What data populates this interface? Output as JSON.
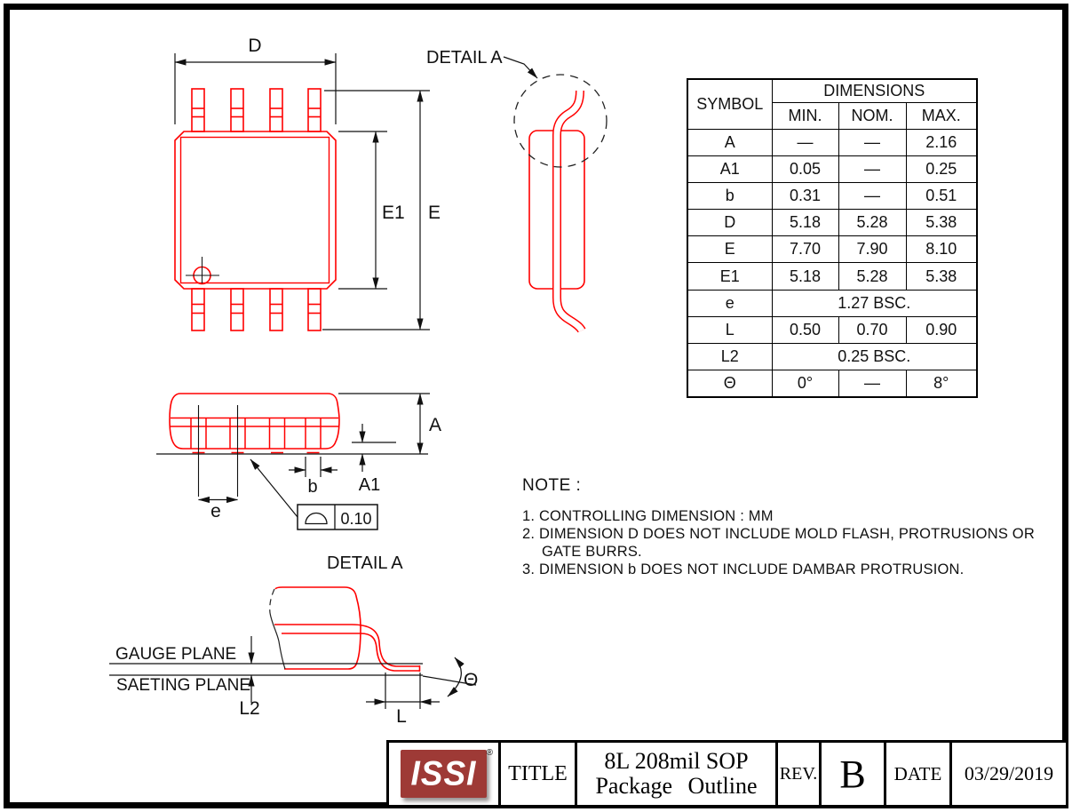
{
  "labels": {
    "d": "D",
    "e_dim": "E",
    "e1": "E1",
    "a": "A",
    "a1": "A1",
    "b": "b",
    "e_pitch": "e",
    "l": "L",
    "l2": "L2",
    "theta": "Θ",
    "detail_a": "DETAIL A",
    "gauge_plane": "GAUGE PLANE",
    "seating_plane": "SAETING PLANE",
    "flatness_value": "0.10"
  },
  "table": {
    "symbol_header": "SYMBOL",
    "dimensions_header": "DIMENSIONS",
    "min_header": "MIN.",
    "nom_header": "NOM.",
    "max_header": "MAX.",
    "rows": [
      {
        "symbol": "A",
        "min": "—",
        "nom": "—",
        "max": "2.16"
      },
      {
        "symbol": "A1",
        "min": "0.05",
        "nom": "—",
        "max": "0.25"
      },
      {
        "symbol": "b",
        "min": "0.31",
        "nom": "—",
        "max": "0.51"
      },
      {
        "symbol": "D",
        "min": "5.18",
        "nom": "5.28",
        "max": "5.38"
      },
      {
        "symbol": "E",
        "min": "7.70",
        "nom": "7.90",
        "max": "8.10"
      },
      {
        "symbol": "E1",
        "min": "5.18",
        "nom": "5.28",
        "max": "5.38"
      },
      {
        "symbol": "e",
        "span": "1.27 BSC."
      },
      {
        "symbol": "L",
        "min": "0.50",
        "nom": "0.70",
        "max": "0.90"
      },
      {
        "symbol": "L2",
        "span": "0.25 BSC."
      },
      {
        "symbol": "Θ",
        "min": "0°",
        "nom": "—",
        "max": "8°"
      }
    ]
  },
  "note": {
    "heading": "NOTE :",
    "items": [
      "1. CONTROLLING DIMENSION : MM",
      "2. DIMENSION D DOES NOT INCLUDE MOLD FLASH, PROTRUSIONS OR GATE BURRS.",
      "3. DIMENSION b DOES NOT INCLUDE DAMBAR PROTRUSION."
    ]
  },
  "title_block": {
    "logo_text": "ISSI",
    "registered_mark": "®",
    "title_label": "TITLE",
    "title_line1": "8L 208mil SOP",
    "title_line2": "Package Outline",
    "rev_label": "REV.",
    "rev_value": "B",
    "date_label": "DATE",
    "date_value": "03/29/2019"
  }
}
